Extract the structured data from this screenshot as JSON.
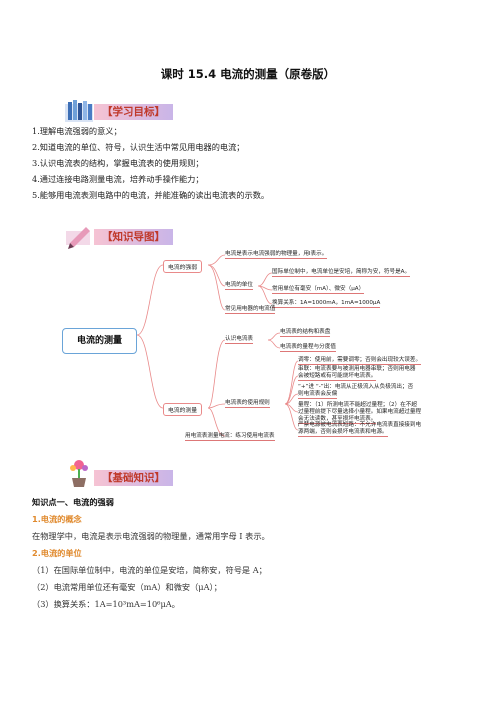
{
  "title": "课时 15.4   电流的测量（原卷版）",
  "banner_goals": "【学习目标】",
  "goals": [
    "1.理解电流强弱的意义；",
    "2.知道电流的单位、符号，认识生活中常见用电器的电流；",
    "3.认识电流表的结构，掌握电流表的使用规则；",
    "4.通过连接电路测量电流，培养动手操作能力；",
    "5.能够用电流表测电路中的电流，并能准确的读出电流表的示数。"
  ],
  "banner_map": "【知识导图】",
  "mindmap": {
    "root": "电流的测量",
    "branch1": "电流的强弱",
    "branch1_items": {
      "def": "电流是表示电流强弱的物理量，用I表示。",
      "unit_label": "电流的单位",
      "unit1": "国际单位制中，电流单位是安培，简称为安，符号是A。",
      "unit2": "常用单位有毫安（mA）、微安（μA）",
      "unit3": "换算关系：1A=1000mA，1mA=1000μA",
      "common": "常见用电器的电流值"
    },
    "branch2": "电流的测量",
    "know": "认识电流表",
    "know1": "电流表的结构和表盘",
    "know2": "电流表的量程与分度值",
    "rules": "电流表的使用规则",
    "rule1": "调零：使用前，需要调零；否则会出现较大误差。",
    "rule2a": "串联：电流表要与被测用电器串联；否则用电器",
    "rule2b": "会被短路或有可能烧坏电流表。",
    "rule3a": "“+”进 “-”出：电流从正极流入从负极流出；否",
    "rule3b": "则电流表会反偏",
    "rule4a": "量程：（1）所测电流不能超过量程；（2）在不超",
    "rule4b": "过量程前提下尽量选择小量程。如果电流超过量程",
    "rule4c": "会无法读数，甚至损坏电流表。",
    "rule5a": "严禁电源被电流表短路：不允许电流表直接接到电",
    "rule5b": "源两端，否则会损坏电流表和电源。",
    "practice": "用电流表测量电流：练习使用电流表"
  },
  "banner_basic": "【基础知识】",
  "section_title": "知识点一、电流的强弱",
  "sub1": "1.电流的概念",
  "sub1_text": "在物理学中，电流是表示电流强弱的物理量，通常用字母 I 表示。",
  "sub2": "2.电流的单位",
  "unit_lines": [
    "（1）在国际单位制中，电流的单位是安培，简称安，符号是 A；",
    "（2）电流常用单位还有毫安（mA）和微安（μA）；",
    "（3）换算关系：1A=10³mA=10⁶μA。"
  ],
  "colors": {
    "banner_text": "#c0392b",
    "sub_heading": "#e08a2e",
    "map_line": "#e98a8a",
    "root_border": "#6aa4d8"
  }
}
